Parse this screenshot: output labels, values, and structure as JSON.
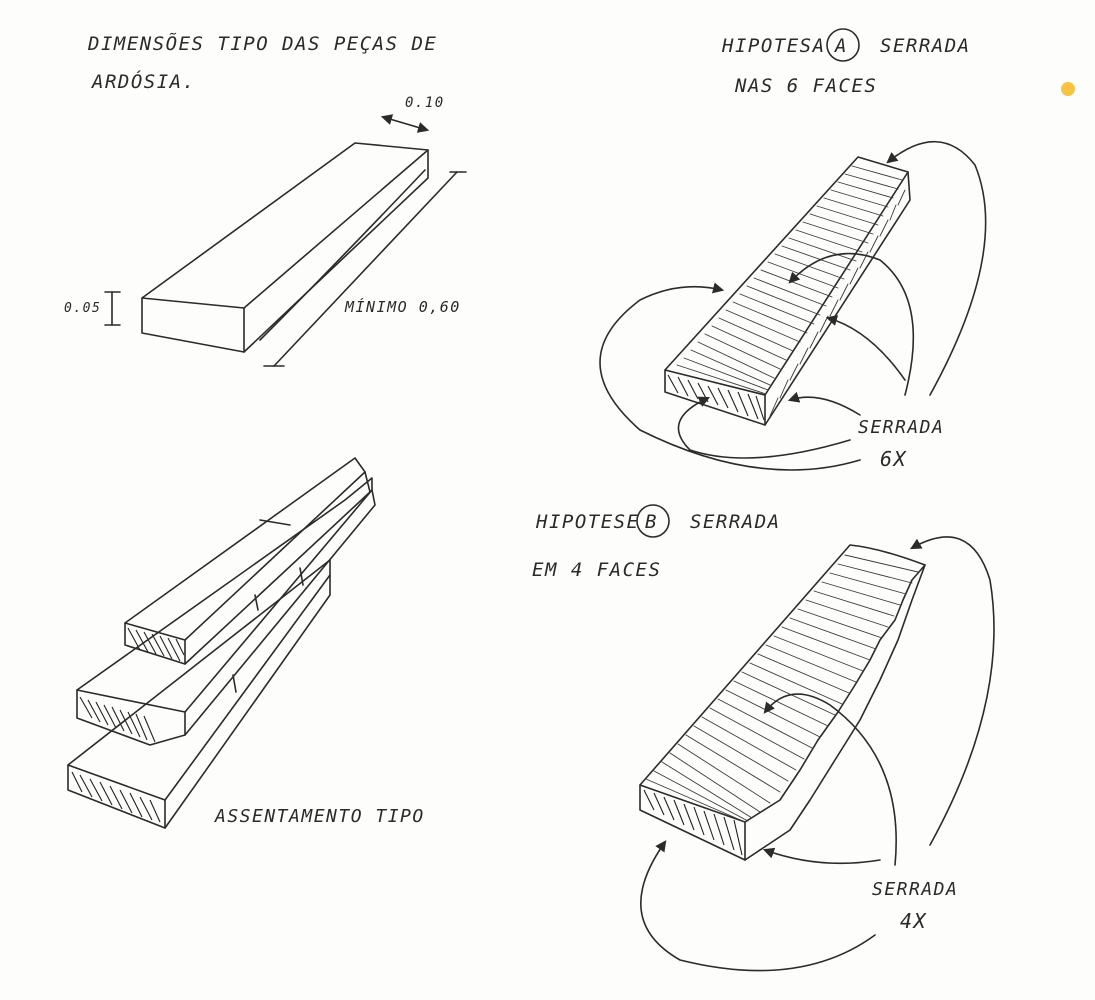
{
  "sheet": {
    "title_line1": "DIMENSÕES TIPO DAS PEÇAS DE",
    "title_line2": "ARDÓSIA.",
    "dim_width": "0.10",
    "dim_height": "0.05",
    "dim_length": "MÍNIMO 0,60",
    "assembly_label": "ASSENTAMENTO TIPO"
  },
  "hypothesis_a": {
    "title_line1_prefix": "HIPOTESA",
    "letter": "A",
    "title_line1_suffix": "SERRADA",
    "title_line2": "NAS 6 FACES",
    "callout_label": "SERRADA",
    "callout_count": "6X"
  },
  "hypothesis_b": {
    "title_line1_prefix": "HIPOTESE",
    "letter": "B",
    "title_line1_suffix": "SERRADA",
    "title_line2": "EM 4 FACES",
    "callout_label": "SERRADA",
    "callout_count": "4X"
  },
  "colors": {
    "ink": "#2b2b2b",
    "paper": "#fdfdfc",
    "marker_dot": "#f5c542"
  }
}
